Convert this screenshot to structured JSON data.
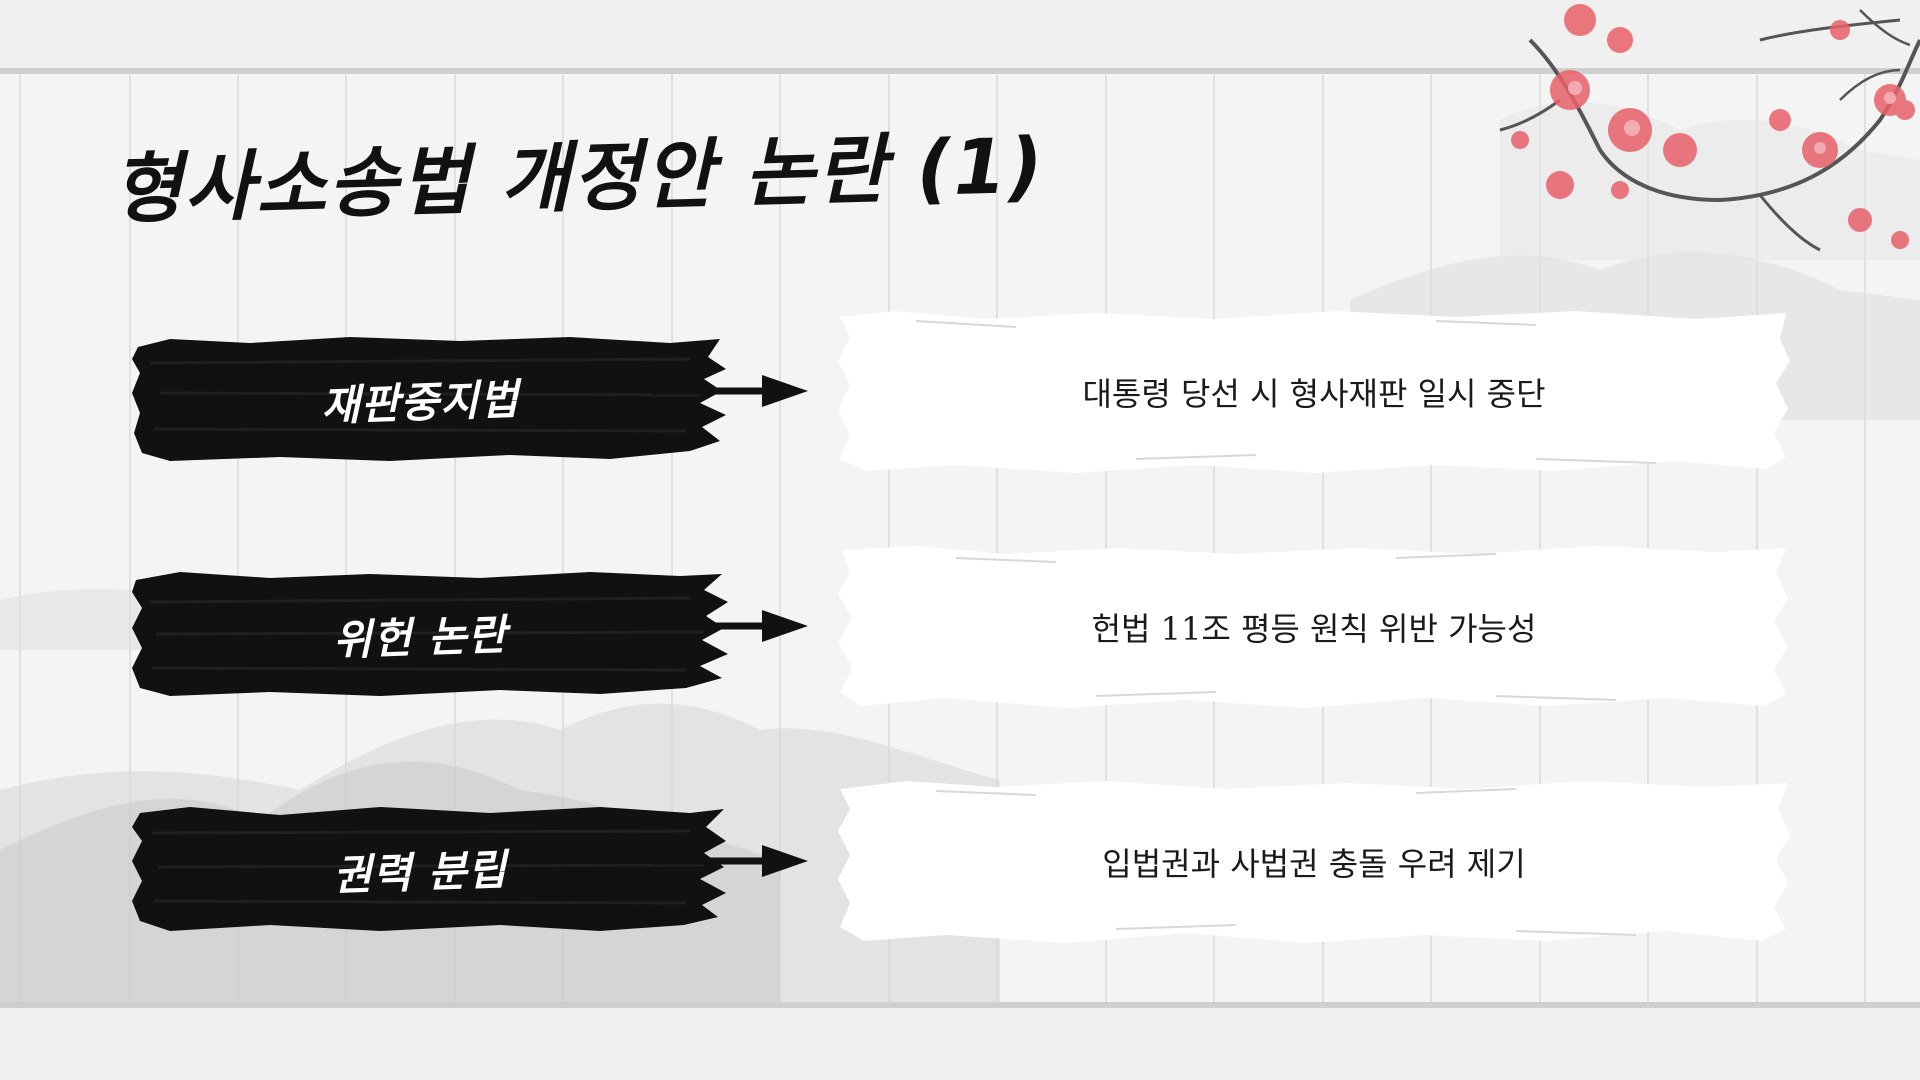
{
  "slide": {
    "title": "형사소송법 개정안 논란 (1)",
    "items": [
      {
        "label": "재판중지법",
        "description": "대통령 당선 시 형사재판 일시 중단"
      },
      {
        "label": "위헌 논란",
        "description": "헌법 11조 평등 원칙 위반 가능성"
      },
      {
        "label": "권력 분립",
        "description": "입법권과 사법권 충돌 우려 제기"
      }
    ]
  },
  "colors": {
    "ink": "#111111",
    "paper": "#ffffff",
    "background": "#efefef",
    "blossom": "#e8606a"
  },
  "icons": [
    "arrow-right-icon",
    "plum-blossom-decoration",
    "ink-mountain-decoration"
  ]
}
